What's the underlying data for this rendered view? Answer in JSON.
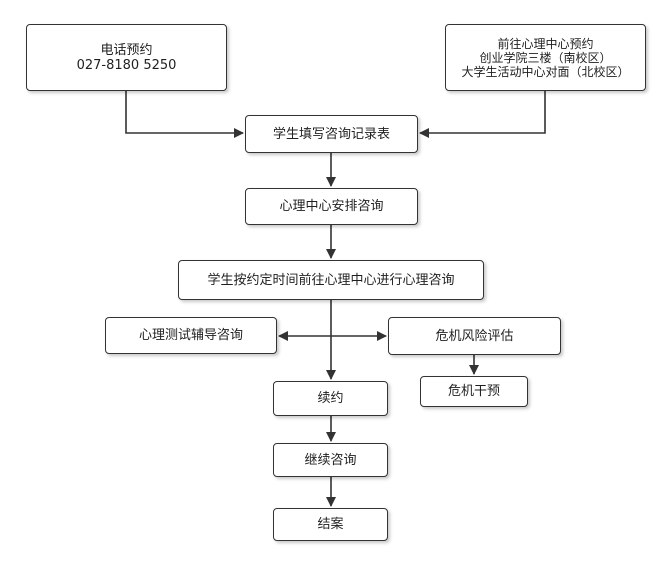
{
  "nodes": {
    "phone": {
      "line1": "电话预约",
      "line2": "027-8180 5250"
    },
    "visit": {
      "line1": "前往心理中心预约",
      "line2": "创业学院三楼（南校区）",
      "line3": "大学生活动中心对面（北校区）"
    },
    "fill_form": "学生填写咨询记录表",
    "arrange": "心理中心安排咨询",
    "attend": "学生按约定时间前往心理中心进行心理咨询",
    "test": "心理测试辅导咨询",
    "risk": "危机风险评估",
    "crisis": "危机干预",
    "renew": "续约",
    "continue": "继续咨询",
    "close": "结案"
  },
  "colors": {
    "border": "#333333",
    "line": "#333333",
    "background": "#ffffff"
  }
}
